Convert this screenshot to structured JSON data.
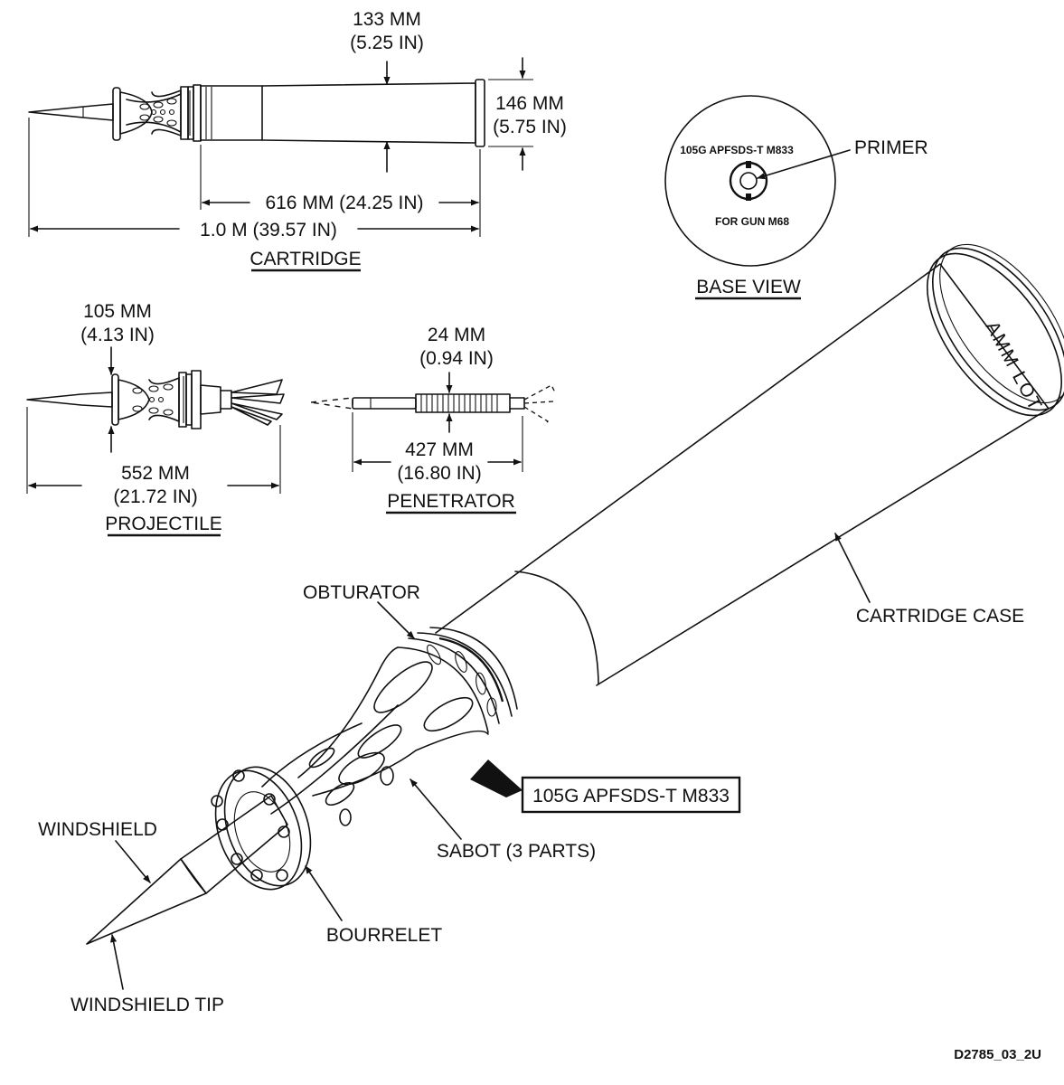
{
  "cartridge_view": {
    "width_label_mm": "133 MM",
    "width_label_in": "(5.25 IN)",
    "base_diameter_mm": "146 MM",
    "base_diameter_in": "(5.75 IN)",
    "case_length": "616 MM (24.25 IN)",
    "total_length": "1.0 M (39.57 IN)",
    "title": "CARTRIDGE"
  },
  "base_view": {
    "stamp_top": "105G APFSDS-T M833",
    "stamp_bottom": "FOR GUN M68",
    "primer_label": "PRIMER",
    "title": "BASE VIEW"
  },
  "projectile_view": {
    "diameter_mm": "105 MM",
    "diameter_in": "(4.13 IN)",
    "length_mm": "552 MM",
    "length_in": "(21.72 IN)",
    "title": "PROJECTILE"
  },
  "penetrator_view": {
    "diameter_mm": "24 MM",
    "diameter_in": "(0.94 IN)",
    "length_mm": "427 MM",
    "length_in": "(16.80 IN)",
    "title": "PENETRATOR"
  },
  "main_view": {
    "obturator": "OBTURATOR",
    "cartridge_case": "CARTRIDGE CASE",
    "sabot": "SABOT (3 PARTS)",
    "bourrelet": "BOURRELET",
    "windshield": "WINDSHIELD",
    "windshield_tip": "WINDSHIELD TIP",
    "marking_box": "105G APFSDS-T M833",
    "case_stamp": "AMM LOT"
  },
  "figure_id": "D2785_03_2U"
}
